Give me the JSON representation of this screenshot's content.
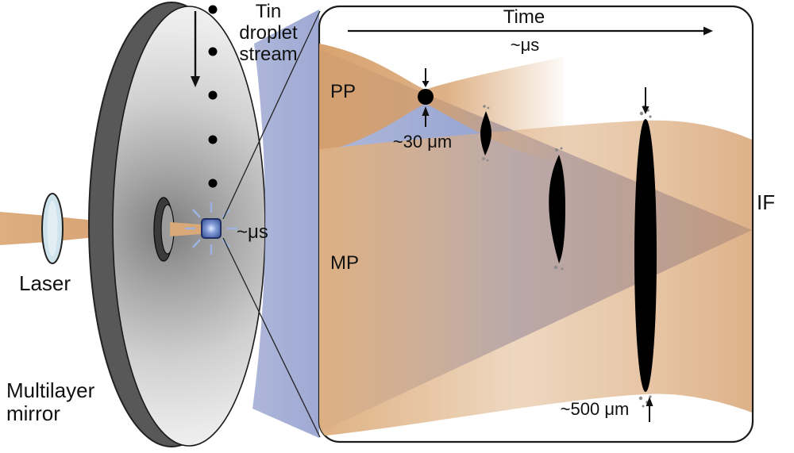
{
  "labels": {
    "laser": "Laser",
    "mirror": "Multilayer mirror",
    "droplet_stream": "Tin droplet stream",
    "timescale_main": "~μs",
    "intermediate_focus": "IF"
  },
  "inset": {
    "time_axis": "Time",
    "timescale": "~μs",
    "prepulse": "PP",
    "main_pulse": "MP",
    "droplet_diameter": "~30 μm",
    "target_diameter": "~500 μm"
  },
  "colors": {
    "beam_orange": "#dcab7d",
    "euv_blue": "#9fadd6",
    "plasma_blue": "#5b79c0",
    "mirror_face": "#c8c8c8",
    "mirror_rim": "#585858",
    "droplet_black": "#000000",
    "debris_gray": "#8a8a8a"
  }
}
